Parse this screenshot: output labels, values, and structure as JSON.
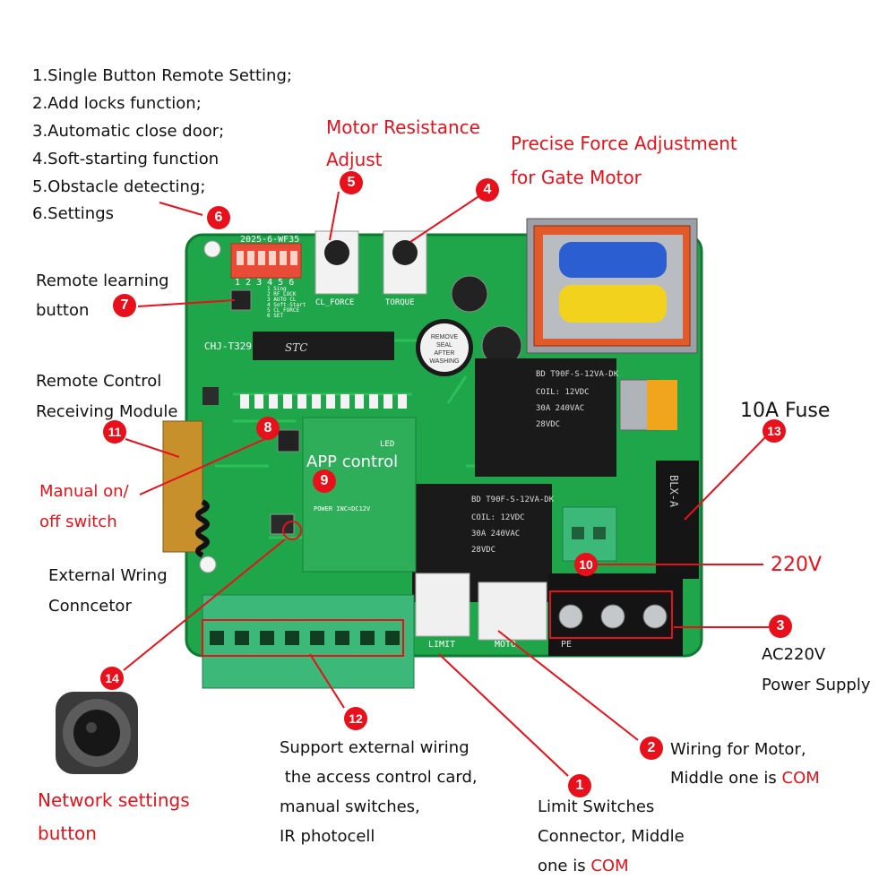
{
  "features": [
    "1.Single Button Remote Setting;",
    "2.Add locks function;",
    "3.Automatic close door;",
    "4.Soft-starting function",
    "5.Obstacle detecting;",
    "6.Settings"
  ],
  "labels": {
    "motor_resistance": [
      "Motor Resistance",
      "Adjust"
    ],
    "precise_force": [
      "Precise Force Adjustment",
      "for Gate Motor"
    ],
    "remote_learning": [
      "Remote learning",
      "button"
    ],
    "remote_control": [
      "Remote Control",
      "Receiving Module"
    ],
    "manual_switch": [
      "Manual on/",
      "off switch"
    ],
    "external_wiring": [
      "External Wring",
      "Conncetor"
    ],
    "network_settings": [
      "Network settings",
      "button"
    ],
    "app_control": "APP control",
    "fuse": "10A Fuse",
    "v220": "220V",
    "ac220": [
      "AC220V",
      "Power Supply"
    ],
    "motor_wiring": {
      "line1": "Wiring for Motor,",
      "line2_prefix": "Middle one is ",
      "line2_com": "COM"
    },
    "limit_switch": {
      "line1": "Limit Switches",
      "line2": "Connector, Middle",
      "line3_prefix": "one is ",
      "line3_com": "COM"
    },
    "support_external": [
      "Support external wiring",
      " the access control card,",
      "manual switches,",
      "IR photocell"
    ]
  },
  "badges": [
    "1",
    "2",
    "3",
    "4",
    "5",
    "6",
    "7",
    "8",
    "9",
    "10",
    "11",
    "12",
    "13",
    "14"
  ],
  "board_text": {
    "date": "2025-6-WF35",
    "chip": "CHJ-T329",
    "stc": "STC",
    "buzzer": [
      "REMOVE",
      "SEAL",
      "AFTER",
      "WASHING"
    ],
    "relay": [
      "BD T90F-S-12VA-DK",
      "COIL: 12VDC",
      "30A  240VAC",
      "28VDC"
    ],
    "fuse_label": "BLX-A",
    "limit": "LIMIT",
    "moto": "MOTO",
    "cl_force": "CL_FORCE",
    "torque": "TORQUE",
    "power_inc": "POWER INC=DC12V",
    "dip_labels": [
      "1 Sing",
      "2 RF LOCK",
      "3 AUTO CL",
      "4 Soft-Start",
      "5 CL FORCE",
      "6 SET"
    ],
    "dip_numbers": "1 2 3 4 5 6",
    "pe": "PE",
    "led": "LED"
  },
  "colors": {
    "pcb": "#1fa64a",
    "pcb_dark": "#128a3a",
    "accent_red": "#e8101a",
    "terminal_green": "#3cb878",
    "relay_black": "#1a1a1a"
  }
}
